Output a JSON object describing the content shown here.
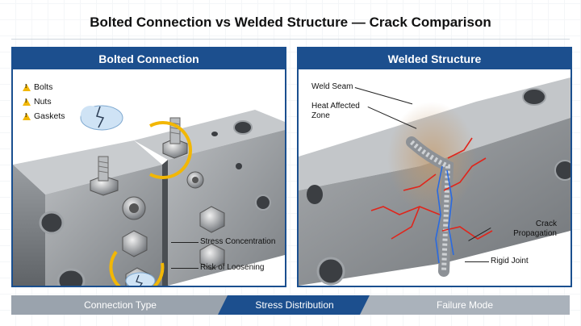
{
  "title": "Bolted Connection vs Welded Structure — Crack Comparison",
  "left_panel": {
    "header": "Bolted Connection",
    "warnings": [
      "Bolts",
      "Nuts",
      "Gaskets"
    ],
    "annotations": {
      "stress": "Stress Concentration",
      "loosening": "Risk of Loosening"
    }
  },
  "right_panel": {
    "header": "Welded Structure",
    "annotations": {
      "weld_seam": "Weld Seam",
      "haz": "Heat Affected Zone",
      "crack": "Crack Propagation",
      "rigid": "Rigid Joint"
    }
  },
  "bottom_bar": [
    "Connection Type",
    "Stress Distribution",
    "Failure Mode"
  ],
  "colors": {
    "accent": "#1c4f8e",
    "warning": "#f2b705",
    "crack_red": "#e0251b",
    "crack_blue": "#2a6ae0"
  }
}
